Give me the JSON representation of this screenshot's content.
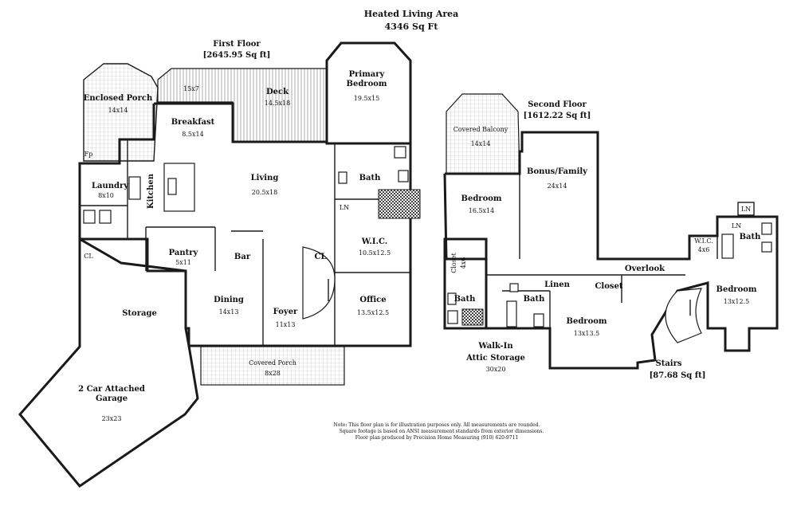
{
  "header": {
    "title": "Heated Living Area",
    "total": "4346 Sq Ft"
  },
  "first_floor": {
    "title": "First Floor",
    "area": "[2645.95 Sq ft]"
  },
  "second_floor": {
    "title": "Second Floor",
    "area": "[1612.22 Sq ft]"
  },
  "rooms": {
    "enclosed_porch": {
      "name": "Enclosed Porch",
      "size": "14x14"
    },
    "deck": {
      "name": "Deck",
      "size": "14.5x18"
    },
    "deck_small": {
      "size": "15x7"
    },
    "primary_bedroom": {
      "name1": "Primary",
      "name2": "Bedroom",
      "size": "19.5x15"
    },
    "breakfast": {
      "name": "Breakfast",
      "size": "8.5x14"
    },
    "fp": {
      "name": "Fp"
    },
    "laundry": {
      "name": "Laundry",
      "size": "8x10"
    },
    "kitchen": {
      "name": "Kitchen"
    },
    "living": {
      "name": "Living",
      "size": "20.5x18"
    },
    "bath_1": {
      "name": "Bath"
    },
    "ln_1": {
      "name": "LN"
    },
    "wic_1": {
      "name": "W.I.C.",
      "size": "10.5x12.5"
    },
    "cl_1": {
      "name": "CL"
    },
    "pantry": {
      "name": "Pantry",
      "size": "5x11"
    },
    "bar": {
      "name": "Bar"
    },
    "cl_2": {
      "name": "CL"
    },
    "storage": {
      "name": "Storage"
    },
    "dining": {
      "name": "Dining",
      "size": "14x13"
    },
    "foyer": {
      "name": "Foyer",
      "size": "11x13"
    },
    "office": {
      "name": "Office",
      "size": "13.5x12.5"
    },
    "covered_porch": {
      "name": "Covered Porch",
      "size": "8x28"
    },
    "garage": {
      "name1": "2 Car Attached",
      "name2": "Garage",
      "size": "23x23"
    },
    "covered_balcony": {
      "name": "Covered Balcony",
      "size": "14x14"
    },
    "bonus": {
      "name": "Bonus/Family",
      "size": "24x14"
    },
    "bedroom_2": {
      "name": "Bedroom",
      "size": "16.5x14"
    },
    "closet_1": {
      "name": "Closet",
      "size": "4x6"
    },
    "bath_2": {
      "name": "Bath"
    },
    "linen": {
      "name": "Linen"
    },
    "closet_2": {
      "name": "Closet"
    },
    "bath_3": {
      "name": "Bath"
    },
    "bedroom_3": {
      "name": "Bedroom",
      "size": "13x13.5"
    },
    "overlook": {
      "name": "Overlook"
    },
    "wic_2": {
      "name": "W.I.C.",
      "size": "4x6"
    },
    "ln_2": {
      "name": "LN"
    },
    "ln_3": {
      "name": "LN"
    },
    "bath_4": {
      "name": "Bath"
    },
    "bedroom_4": {
      "name": "Bedroom",
      "size": "13x12.5"
    },
    "attic": {
      "name1": "Walk-In",
      "name2": "Attic Storage",
      "size": "30x20"
    },
    "stairs": {
      "name": "Stairs",
      "area": "[87.68 Sq ft]"
    }
  },
  "note": {
    "line1": "Note: This floor plan is for illustration purposes only. All measurements are rounded.",
    "line2": "Square footage is based on ANSI measurement standards from exterior dimensions.",
    "line3": "Floor plan produced by Precision Home Measuring (910) 620-9711"
  }
}
